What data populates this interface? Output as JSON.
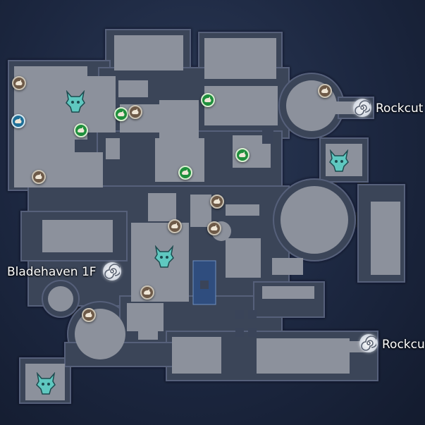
{
  "warps": [
    {
      "id": "rockcut-top",
      "label": "Rockcut"
    },
    {
      "id": "bladehaven",
      "label": "Bladehaven 1F"
    },
    {
      "id": "rockcut-bottom",
      "label": "Rockcut"
    }
  ],
  "legend_colors": {
    "room_fill": "#8c919c",
    "wall": "#2b3448",
    "water": "#2f4d7e",
    "monster_brown": "#6e5a48",
    "monster_green": "#1f8f3c",
    "monster_blue": "#1e6f98",
    "boss_teal": "#5fc8c0"
  },
  "icons": {
    "monster": "boar-icon",
    "boss": "demon-head-icon",
    "warp": "spiral-warp-icon"
  }
}
